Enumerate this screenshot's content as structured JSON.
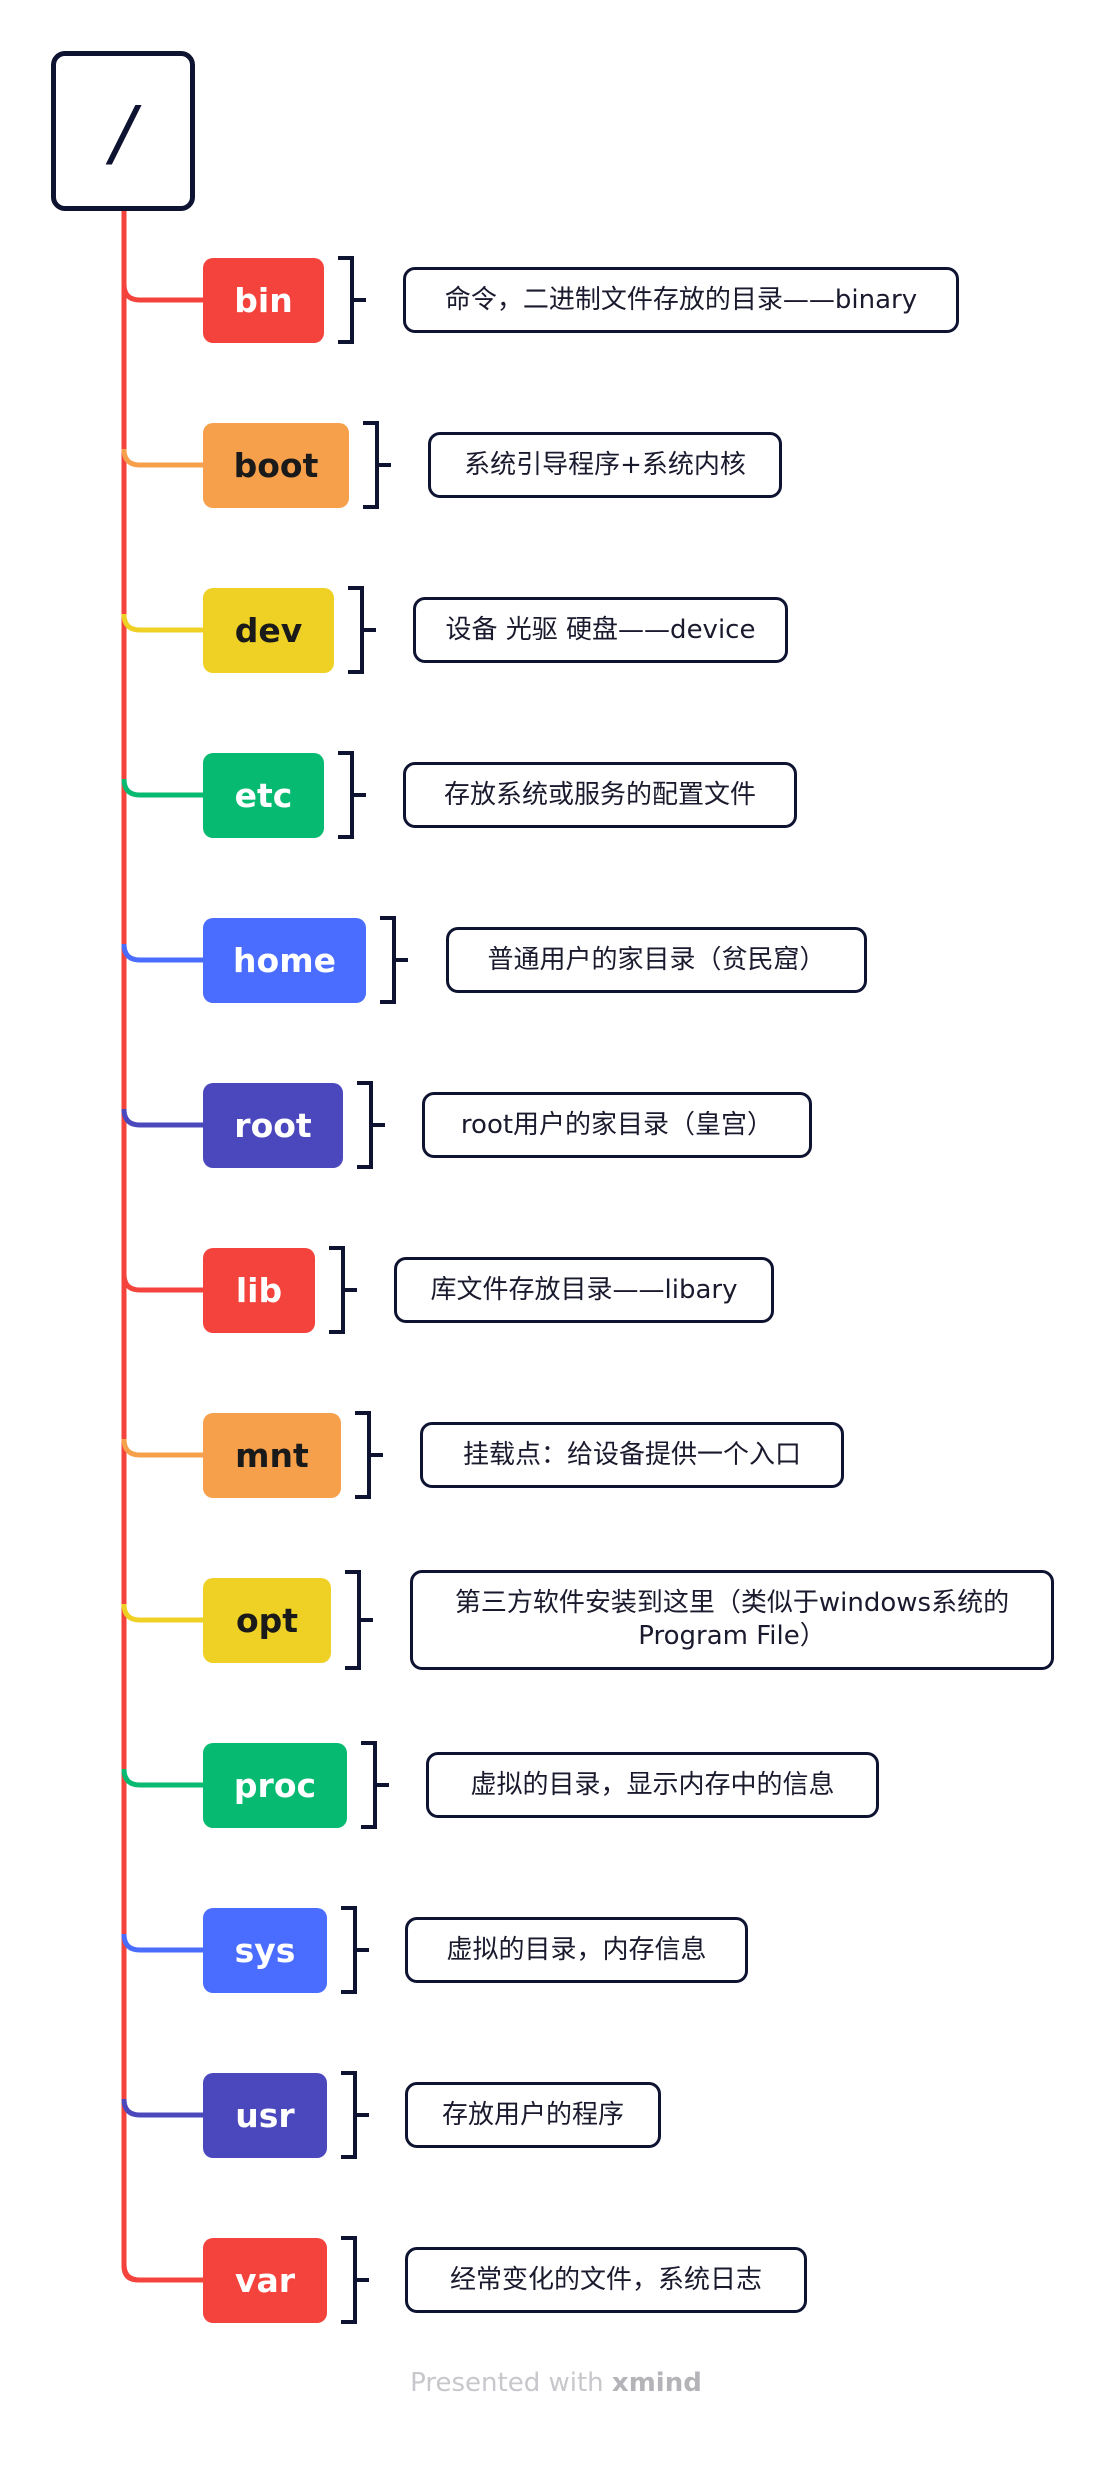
{
  "root": {
    "label": "/"
  },
  "branches": [
    {
      "label": "bin",
      "desc": "命令，二进制文件存放的目录——binary",
      "color": "#f4433d"
    },
    {
      "label": "boot",
      "desc": "系统引导程序+系统内核",
      "color": "#f7a04b"
    },
    {
      "label": "dev",
      "desc": "设备 光驱 硬盘——device",
      "color": "#efd125"
    },
    {
      "label": "etc",
      "desc": "存放系统或服务的配置文件",
      "color": "#07ba71"
    },
    {
      "label": "home",
      "desc": "普通用户的家目录（贫民窟）",
      "color": "#4a6cff"
    },
    {
      "label": "root",
      "desc": "root用户的家目录（皇宫）",
      "color": "#4b48bd"
    },
    {
      "label": "lib",
      "desc": "库文件存放目录——libary",
      "color": "#f4433d"
    },
    {
      "label": "mnt",
      "desc": "挂载点：给设备提供一个入口",
      "color": "#f7a04b"
    },
    {
      "label": "opt",
      "desc": "第三方软件安装到这里（类似于windows系统的 Program File）",
      "color": "#efd125"
    },
    {
      "label": "proc",
      "desc": "虚拟的目录，显示内存中的信息",
      "color": "#07ba71"
    },
    {
      "label": "sys",
      "desc": "虚拟的目录，内存信息",
      "color": "#4a6cff"
    },
    {
      "label": "usr",
      "desc": "存放用户的程序",
      "color": "#4b48bd"
    },
    {
      "label": "var",
      "desc": "经常变化的文件，系统日志",
      "color": "#f4433d"
    }
  ],
  "trunk_color": "#f4433d",
  "footer": {
    "prefix": "Presented with ",
    "brand": "xmind"
  }
}
